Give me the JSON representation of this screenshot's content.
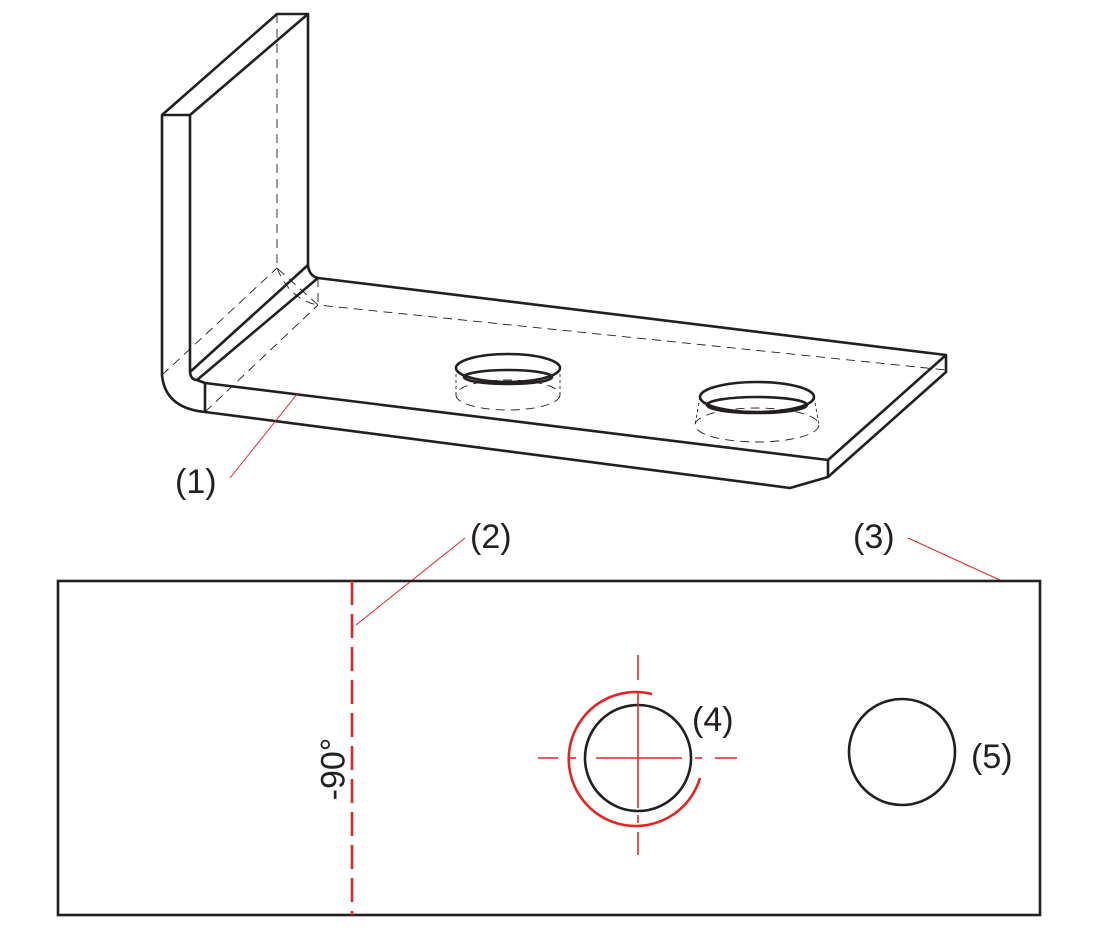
{
  "colors": {
    "line": "#231f20",
    "accent": "#e52421"
  },
  "labels": {
    "l1": "(1)",
    "l2": "(2)",
    "l3": "(3)",
    "l4": "(4)",
    "l5": "(5)",
    "angle": "-90°"
  }
}
